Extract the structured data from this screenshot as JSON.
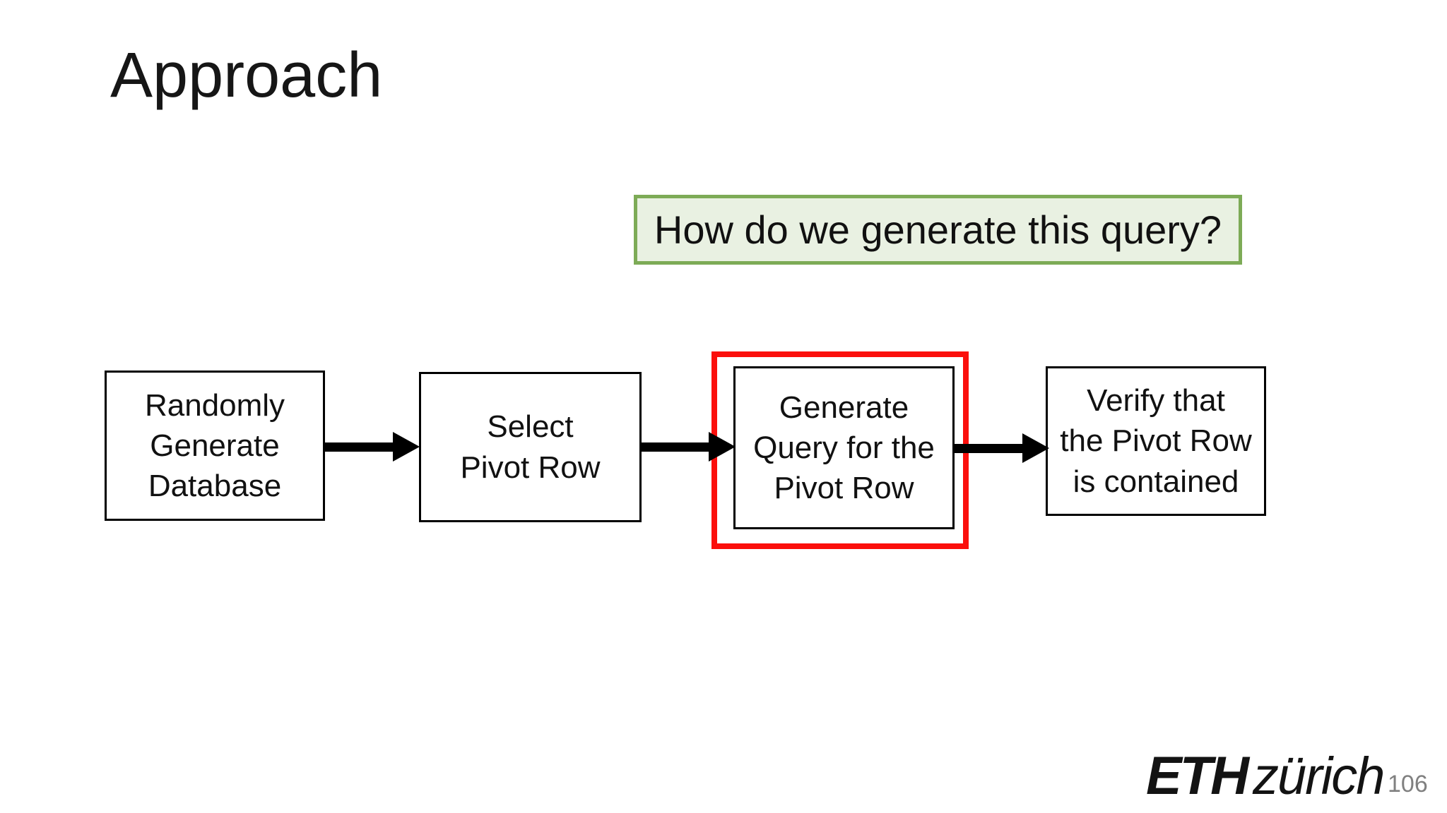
{
  "slide": {
    "title": "Approach",
    "callout": {
      "text": "How do we generate this query?"
    },
    "flow": {
      "steps": [
        {
          "name": "randomly-generate-database",
          "highlighted": false,
          "lines": [
            "Randomly",
            "Generate",
            "Database"
          ]
        },
        {
          "name": "select-pivot-row",
          "highlighted": false,
          "lines": [
            "Select",
            "Pivot Row"
          ]
        },
        {
          "name": "generate-query-for-pivot-row",
          "highlighted": true,
          "lines": [
            "Generate",
            "Query for the",
            "Pivot Row"
          ]
        },
        {
          "name": "verify-pivot-row-contained",
          "highlighted": false,
          "lines": [
            "Verify that",
            "the Pivot Row",
            "is contained"
          ]
        }
      ]
    },
    "logo": {
      "brand": "ETH",
      "city": "zürich"
    },
    "page_number": "106",
    "colors": {
      "background": "#ffffff",
      "callout_fill": "#e9f1e2",
      "callout_border": "#7dab56",
      "highlight_border": "#fb0f0c",
      "box_border": "#000000",
      "arrow": "#000000",
      "text": "#111111",
      "page_number": "#808080"
    }
  }
}
